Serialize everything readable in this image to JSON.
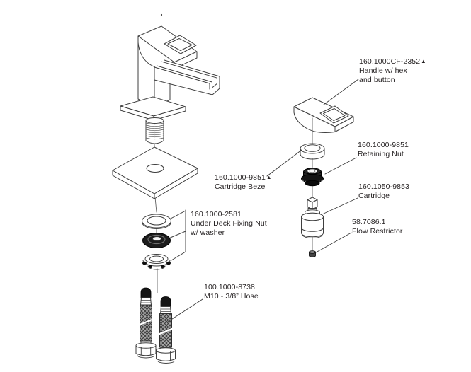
{
  "diagram": {
    "kind": "exploded-parts-diagram",
    "background_color": "#ffffff",
    "line_color": "#3f3f3f",
    "text_color": "#231f20",
    "labels": {
      "handle": {
        "part_number": "160.1000CF-2352",
        "marker": "▲",
        "desc_line1": "Handle w/ hex",
        "desc_line2": "and button"
      },
      "retaining_nut": {
        "part_number": "160.1000-9851",
        "marker": "",
        "desc": "Retaining Nut"
      },
      "cartridge_bezel": {
        "part_number": "160.1000-9851",
        "marker": "▲",
        "desc": "Cartridge Bezel"
      },
      "cartridge": {
        "part_number": "160.1050-9853",
        "marker": "",
        "desc": "Cartridge"
      },
      "flow_restrictor": {
        "part_number": "58.7086.1",
        "marker": "",
        "desc": "Flow Restrictor"
      },
      "under_deck_fixing_nut": {
        "part_number": "160.1000-2581",
        "marker": "",
        "desc_line1": "Under Deck Fixing Nut",
        "desc_line2": "w/ washer"
      },
      "hose": {
        "part_number": "100.1000-8738",
        "marker": "",
        "desc": "M10 - 3/8” Hose"
      }
    }
  }
}
